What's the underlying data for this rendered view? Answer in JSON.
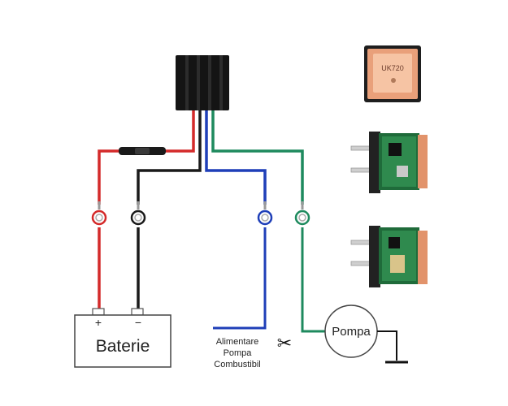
{
  "antenna": {
    "text": "UK720"
  },
  "battery": {
    "label": "Baterie",
    "plus": "+",
    "minus": "−"
  },
  "pump": {
    "label": "Pompa"
  },
  "fuel_supply": {
    "line1": "Alimentare",
    "line2": "Pompa",
    "line3": "Combustibil"
  },
  "cut_symbol": "✂",
  "wire_colors": {
    "red": "#d42a2a",
    "black": "#1a1a1a",
    "blue": "#1f3fb8",
    "green": "#1e8a5e"
  }
}
